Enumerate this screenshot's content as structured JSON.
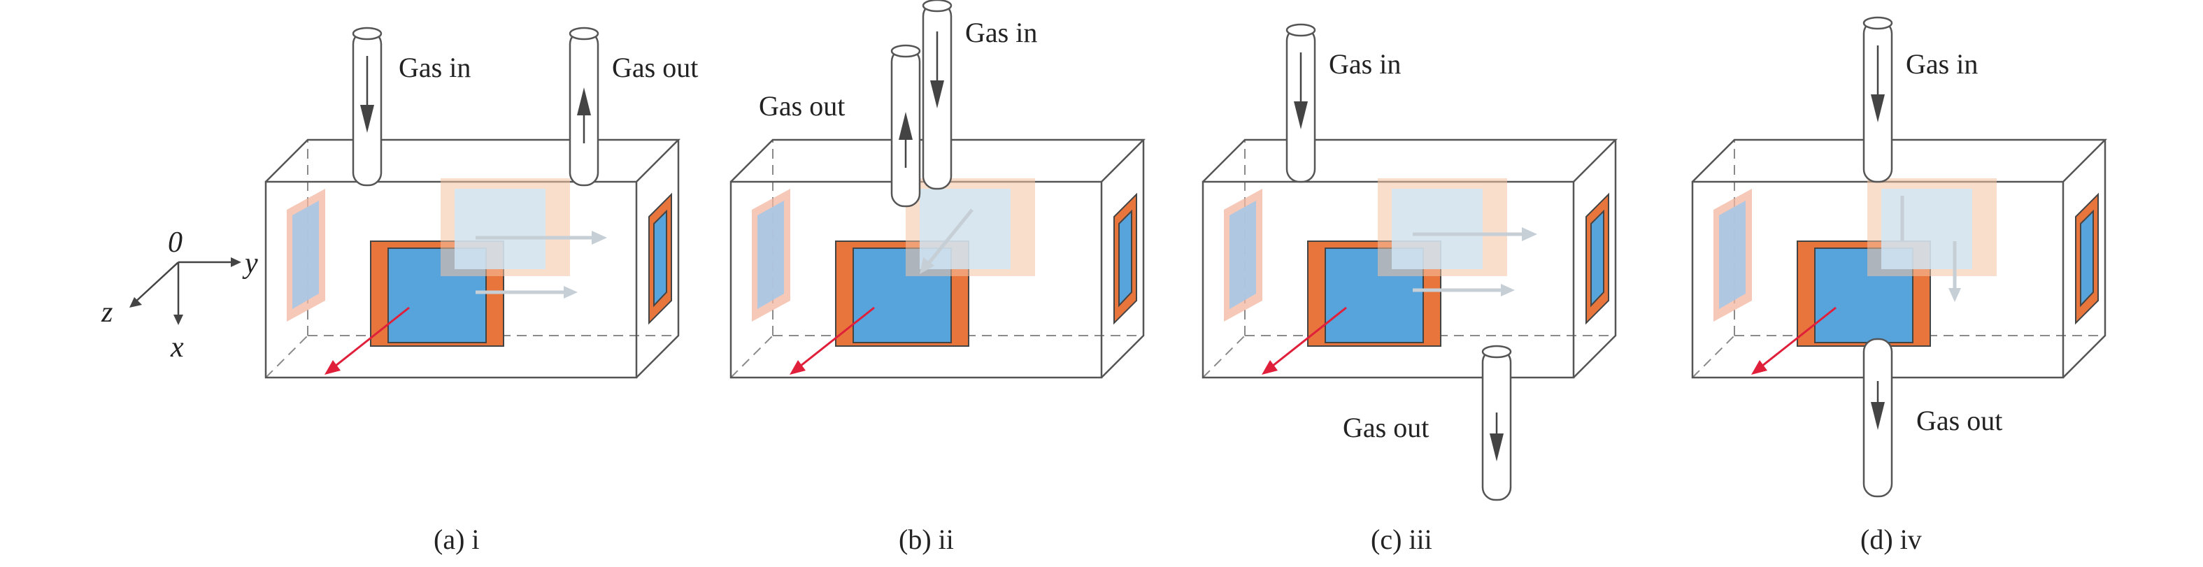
{
  "axes": {
    "origin": "0",
    "y": "y",
    "z": "z",
    "x": "x"
  },
  "panels": [
    {
      "caption": "(a) i",
      "gas_in": "Gas in",
      "gas_out": "Gas out"
    },
    {
      "caption": "(b) ii",
      "gas_in": "Gas in",
      "gas_out": "Gas out"
    },
    {
      "caption": "(c) iii",
      "gas_in": "Gas in",
      "gas_out": "Gas out"
    },
    {
      "caption": "(d) iv",
      "gas_in": "Gas in",
      "gas_out": "Gas out"
    }
  ],
  "colors": {
    "frame": "#e8763c",
    "window": "#57a3dc",
    "beam": "#e0203a",
    "outline": "#555555"
  },
  "icons": [
    "coordinate-axes-icon",
    "gas-pipe-icon",
    "flow-arrow-icon",
    "beam-arrow-icon"
  ]
}
